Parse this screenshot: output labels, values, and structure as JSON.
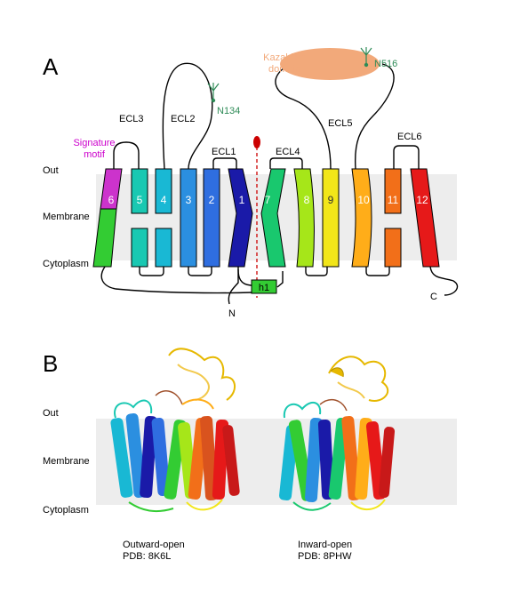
{
  "panel_a": {
    "letter": "A",
    "layers": {
      "out": "Out",
      "membrane": "Membrane",
      "cytoplasm": "Cytoplasm"
    },
    "loops": {
      "ecl1": "ECL1",
      "ecl2": "ECL2",
      "ecl3": "ECL3",
      "ecl4": "ECL4",
      "ecl5": "ECL5",
      "ecl6": "ECL6"
    },
    "signature_motif": {
      "line1": "Signature",
      "line2": "motif",
      "color": "#cc00cc"
    },
    "kazal_domain": {
      "line1": "Kazal-like",
      "line2": "domain",
      "color": "#f2a97a"
    },
    "glycosites": [
      {
        "label": "N134"
      },
      {
        "label": "N516"
      }
    ],
    "glyco_color": "#2e8b57",
    "helices": [
      {
        "num": "1",
        "color": "#1a1aa8"
      },
      {
        "num": "2",
        "color": "#2f6ee0"
      },
      {
        "num": "3",
        "color": "#2b8fe0"
      },
      {
        "num": "4",
        "color": "#19b8d4"
      },
      {
        "num": "5",
        "color": "#19c8b2"
      },
      {
        "num": "6",
        "color": "#cc33cc"
      },
      {
        "num": "7",
        "color": "#19c86e"
      },
      {
        "num": "8",
        "color": "#a6e619"
      },
      {
        "num": "9",
        "color": "#f2e619"
      },
      {
        "num": "10",
        "color": "#ffad19"
      },
      {
        "num": "11",
        "color": "#f26f19"
      },
      {
        "num": "12",
        "color": "#e61919"
      }
    ],
    "h1_label": "h1",
    "n_term": "N",
    "c_term": "C"
  },
  "panel_b": {
    "letter": "B",
    "layers": {
      "out": "Out",
      "membrane": "Membrane",
      "cytoplasm": "Cytoplasm"
    },
    "structures": [
      {
        "state": "Outward-open",
        "pdb": "PDB: 8K6L"
      },
      {
        "state": "Inward-open",
        "pdb": "PDB: 8PHW"
      }
    ]
  }
}
